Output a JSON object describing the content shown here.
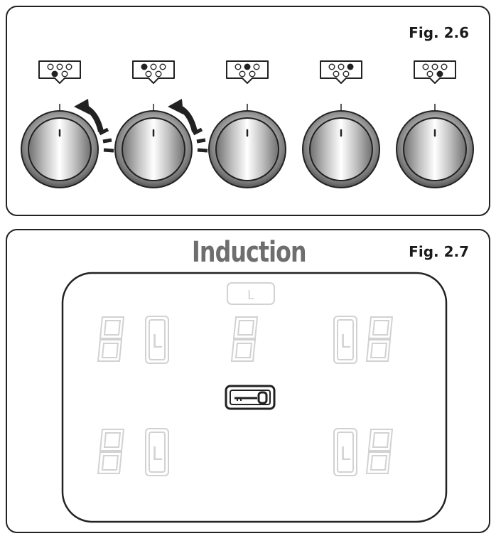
{
  "fig_top": {
    "label": "Fig. 2.6"
  },
  "fig_bottom": {
    "label": "Fig. 2.7",
    "title": "Induction"
  },
  "knobs": [
    {
      "zone_dots": [
        0,
        0,
        1,
        0
      ],
      "active_arrow": true
    },
    {
      "zone_dots": [
        1,
        0,
        0,
        0
      ],
      "active_arrow": true
    },
    {
      "zone_dots": [
        0,
        1,
        0,
        0
      ],
      "active_arrow": false
    },
    {
      "zone_dots": [
        0,
        0,
        0,
        1
      ],
      "active_arrow": false
    },
    {
      "zone_dots": [
        0,
        0,
        0,
        1
      ],
      "active_arrow": false
    }
  ],
  "display": {
    "top_indicator": "L",
    "zone_labels": [
      "L",
      "L",
      "L",
      "L"
    ],
    "lock_icon": "key-lock-icon"
  },
  "colors": {
    "outline": "#222222",
    "faded": "#d2d2d2",
    "title": "#6e6e6e"
  }
}
